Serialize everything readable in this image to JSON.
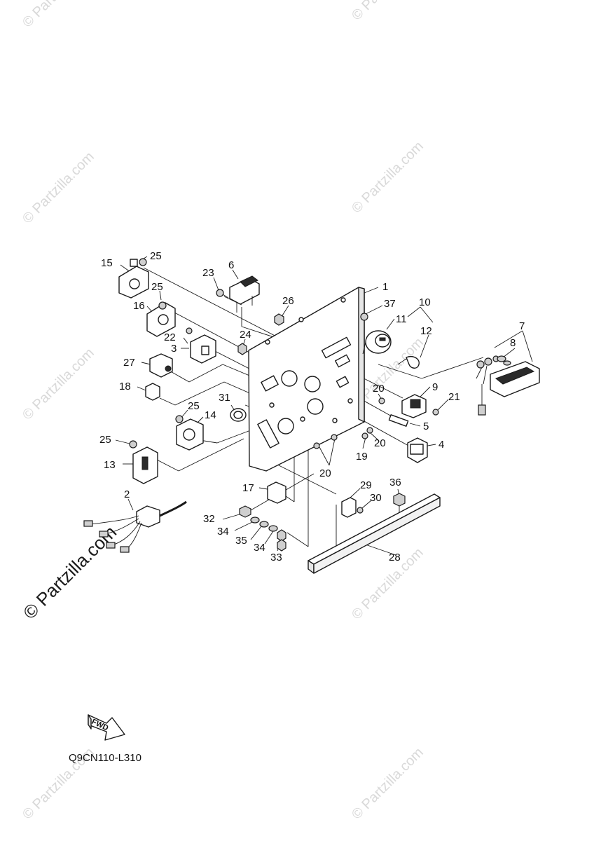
{
  "watermark": {
    "text": "© Partzilla.com",
    "color": "#d9d9d9"
  },
  "diagram_code": "Q9CN110-L310",
  "fwd_label": "FWD",
  "callouts": [
    {
      "id": "c1",
      "label": "1"
    },
    {
      "id": "c2",
      "label": "2"
    },
    {
      "id": "c3",
      "label": "3"
    },
    {
      "id": "c4",
      "label": "4"
    },
    {
      "id": "c5",
      "label": "5"
    },
    {
      "id": "c6",
      "label": "6"
    },
    {
      "id": "c7",
      "label": "7"
    },
    {
      "id": "c8",
      "label": "8"
    },
    {
      "id": "c9",
      "label": "9"
    },
    {
      "id": "c10",
      "label": "10"
    },
    {
      "id": "c11",
      "label": "11"
    },
    {
      "id": "c12",
      "label": "12"
    },
    {
      "id": "c13",
      "label": "13"
    },
    {
      "id": "c14",
      "label": "14"
    },
    {
      "id": "c15",
      "label": "15"
    },
    {
      "id": "c16",
      "label": "16"
    },
    {
      "id": "c17",
      "label": "17"
    },
    {
      "id": "c18",
      "label": "18"
    },
    {
      "id": "c19",
      "label": "19"
    },
    {
      "id": "c20a",
      "label": "20"
    },
    {
      "id": "c20b",
      "label": "20"
    },
    {
      "id": "c20c",
      "label": "20"
    },
    {
      "id": "c21",
      "label": "21"
    },
    {
      "id": "c22",
      "label": "22"
    },
    {
      "id": "c23",
      "label": "23"
    },
    {
      "id": "c24",
      "label": "24"
    },
    {
      "id": "c25a",
      "label": "25"
    },
    {
      "id": "c25b",
      "label": "25"
    },
    {
      "id": "c25c",
      "label": "25"
    },
    {
      "id": "c25d",
      "label": "25"
    },
    {
      "id": "c26",
      "label": "26"
    },
    {
      "id": "c27",
      "label": "27"
    },
    {
      "id": "c28",
      "label": "28"
    },
    {
      "id": "c29",
      "label": "29"
    },
    {
      "id": "c30",
      "label": "30"
    },
    {
      "id": "c31",
      "label": "31"
    },
    {
      "id": "c32",
      "label": "32"
    },
    {
      "id": "c33",
      "label": "33"
    },
    {
      "id": "c34a",
      "label": "34"
    },
    {
      "id": "c34b",
      "label": "34"
    },
    {
      "id": "c35",
      "label": "35"
    },
    {
      "id": "c36",
      "label": "36"
    },
    {
      "id": "c37",
      "label": "37"
    }
  ]
}
